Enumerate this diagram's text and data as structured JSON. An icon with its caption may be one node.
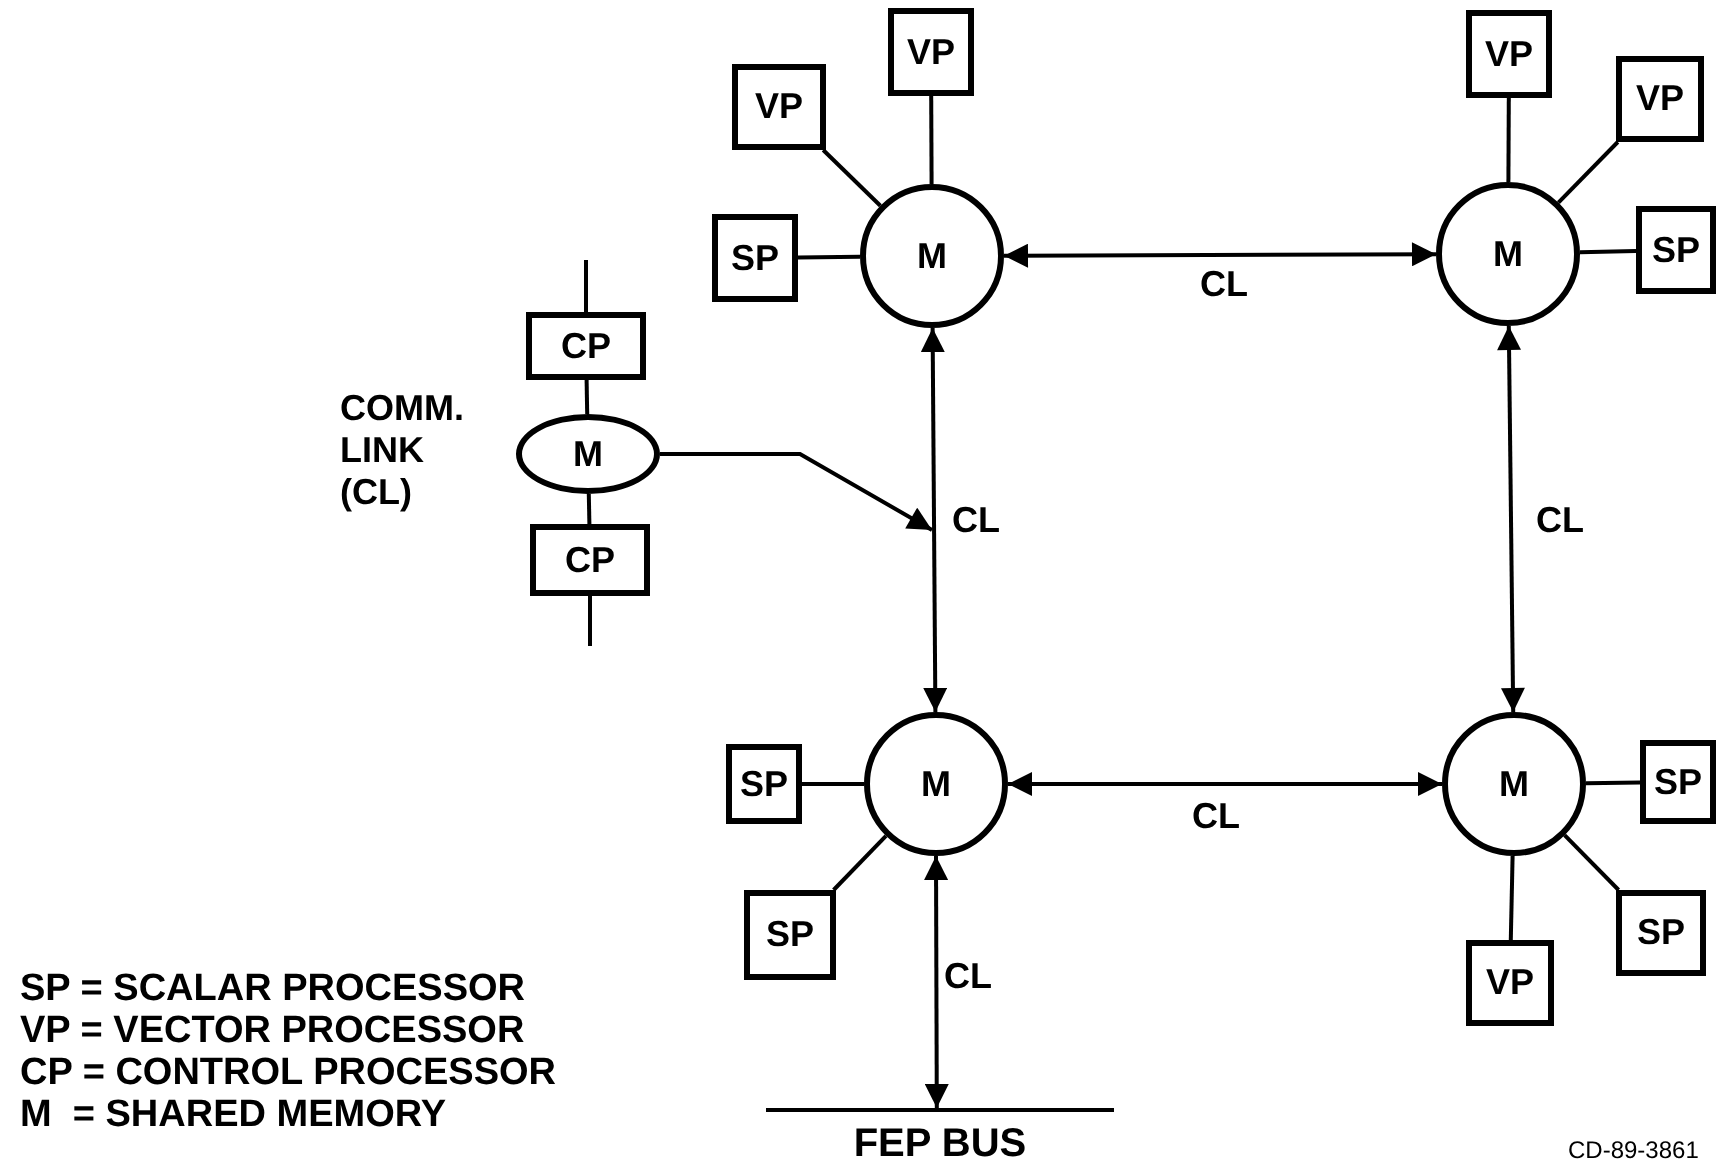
{
  "diagram": {
    "nodes": [
      {
        "text": [
          "VP"
        ]
      },
      {
        "text": [
          "VP"
        ]
      },
      {
        "text": [
          "VP"
        ]
      },
      {
        "text": [
          "VP"
        ]
      },
      {
        "text": [
          "SP"
        ]
      },
      {
        "text": [
          "M"
        ]
      },
      {
        "text": [
          "M"
        ]
      },
      {
        "text": [
          "SP"
        ]
      },
      {
        "text": [
          "CP"
        ]
      },
      {
        "text": [
          "M"
        ],
        "beside": [
          "COMM. LINK (CL)"
        ]
      },
      {
        "text": [
          "CP"
        ]
      },
      {
        "text": [
          "SP"
        ]
      },
      {
        "text": [
          "M"
        ]
      },
      {
        "text": [
          "M"
        ]
      },
      {
        "text": [
          "SP"
        ]
      },
      {
        "text": [
          "SP"
        ]
      },
      {
        "text": [
          "SP"
        ]
      },
      {
        "text": [
          "VP"
        ]
      },
      {
        "text": [
          "FEP BUS"
        ]
      }
    ],
    "edges": [
      {
        "from": 0,
        "to": 5,
        "arrow": "none"
      },
      {
        "from": 2,
        "to": 5,
        "arrow": "none"
      },
      {
        "from": 4,
        "to": 5,
        "arrow": "none"
      },
      {
        "from": 1,
        "to": 6,
        "arrow": "none"
      },
      {
        "from": 3,
        "to": 6,
        "arrow": "none"
      },
      {
        "from": 6,
        "to": 7,
        "arrow": "none"
      },
      {
        "from": 5,
        "to": 6,
        "arrow": "both",
        "label": "CL"
      },
      {
        "from": 5,
        "to": 12,
        "arrow": "both",
        "label": "CL"
      },
      {
        "from": 6,
        "to": 13,
        "arrow": "both",
        "label": "CL"
      },
      {
        "from": null,
        "to": 8,
        "arrow": "none"
      },
      {
        "from": 8,
        "to": 9,
        "arrow": "none"
      },
      {
        "from": 9,
        "to": 10,
        "arrow": "none"
      },
      {
        "from": 10,
        "to": null,
        "arrow": "none"
      },
      {
        "from": 9,
        "to": null,
        "arrow": "to"
      },
      {
        "from": 11,
        "to": 12,
        "arrow": "none"
      },
      {
        "from": 15,
        "to": 12,
        "arrow": "none"
      },
      {
        "from": 12,
        "to": 13,
        "arrow": "both",
        "label": "CL"
      },
      {
        "from": 12,
        "to": 18,
        "arrow": "both",
        "label": "CL"
      },
      {
        "from": 13,
        "to": 14,
        "arrow": "none"
      },
      {
        "from": 13,
        "to": 16,
        "arrow": "none"
      },
      {
        "from": 13,
        "to": 17,
        "arrow": "none"
      }
    ],
    "labels": [
      "SP = SCALAR PROCESSOR",
      "VP = VECTOR PROCESSOR",
      "CP = CONTROL PROCESSOR",
      "M  = SHARED MEMORY",
      "CD-89-3861"
    ]
  }
}
